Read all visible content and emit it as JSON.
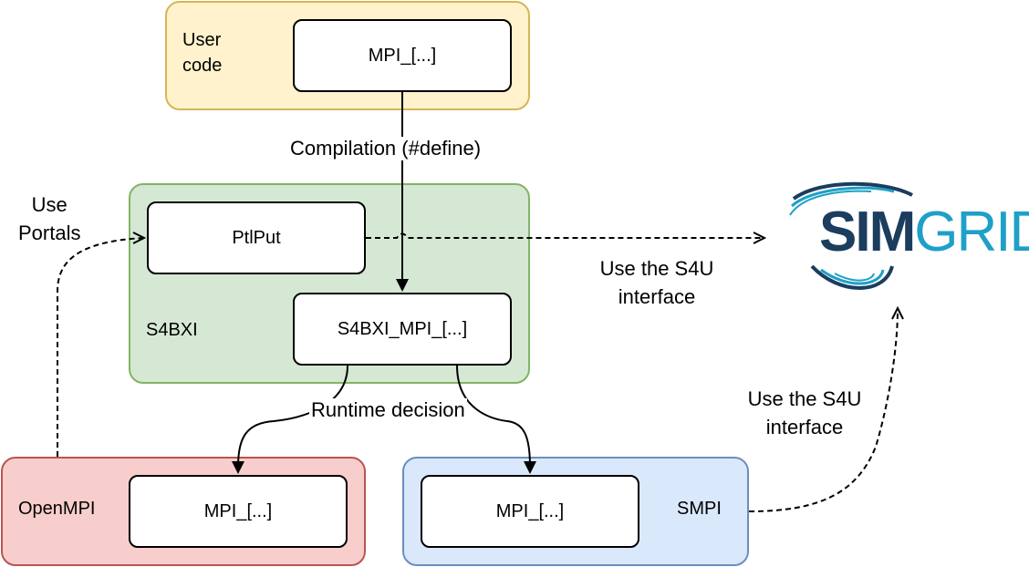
{
  "user_code": {
    "label": "User\ncode",
    "call": "MPI_[...]"
  },
  "s4bxi": {
    "label": "S4BXI",
    "ptl_put": "PtlPut",
    "call": "S4BXI_MPI_[...]"
  },
  "openmpi": {
    "label": "OpenMPI",
    "call": "MPI_[...]"
  },
  "smpi": {
    "label": "SMPI",
    "call": "MPI_[...]"
  },
  "edges": {
    "compilation": "Compilation (#define)",
    "runtime": "Runtime decision",
    "use_portals": "Use\nPortals",
    "s4u_top": "Use the S4U\ninterface",
    "s4u_bottom": "Use the S4U\ninterface"
  },
  "logo": {
    "part1": "SIM",
    "part2": "GRID"
  },
  "colors": {
    "user_fill": "#fff2cc",
    "user_stroke": "#d6b656",
    "s4bxi_fill": "#d5e8d4",
    "s4bxi_stroke": "#82b366",
    "openmpi_fill": "#f8cecc",
    "openmpi_stroke": "#b85450",
    "smpi_fill": "#dae8fc",
    "smpi_stroke": "#6c8ebf",
    "logo_dark": "#1b3d5e",
    "logo_light": "#1ea0c8"
  }
}
